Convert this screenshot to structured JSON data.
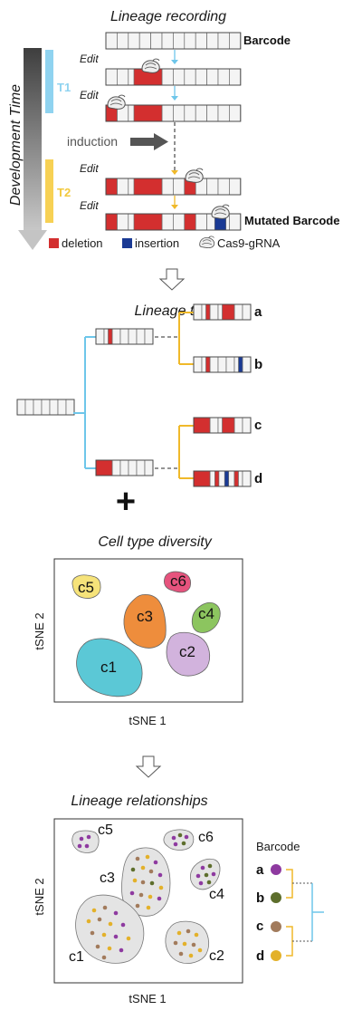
{
  "section1": {
    "title": "Lineage recording",
    "barcode_label": "Barcode",
    "mutated_label": "Mutated Barcode",
    "edit_label": "Edit",
    "induction_label": "induction",
    "time_axis_label": "Development Time",
    "t1_label": "T1",
    "t2_label": "T2",
    "legend": {
      "deletion": "deletion",
      "insertion": "insertion",
      "cas9": "Cas9-gRNA"
    }
  },
  "section2": {
    "title": "Lineage tree",
    "leaves": [
      "a",
      "b",
      "c",
      "d"
    ]
  },
  "plus_symbol": "+",
  "section3": {
    "title": "Cell type diversity",
    "xlabel": "tSNE 1",
    "ylabel": "tSNE 2",
    "clusters": [
      "c1",
      "c2",
      "c3",
      "c4",
      "c5",
      "c6"
    ]
  },
  "section4": {
    "title": "Lineage relationships",
    "xlabel": "tSNE 1",
    "ylabel": "tSNE 2",
    "barcode_header": "Barcode",
    "clusters": [
      "c1",
      "c2",
      "c3",
      "c4",
      "c5",
      "c6"
    ],
    "barcodes": [
      "a",
      "b",
      "c",
      "d"
    ]
  },
  "colors": {
    "deletion": "#d32f2f",
    "insertion": "#1a3a94",
    "t1": "#8fd3f0",
    "t2": "#f7d154",
    "c1": "#5bc8d6",
    "c2": "#d2b3dd",
    "c3": "#ee8d3c",
    "c4": "#8cc55f",
    "c5": "#f6e37a",
    "c6": "#e6537d",
    "barcode_a": "#8e3aa0",
    "barcode_b": "#5d6e2c",
    "barcode_c": "#a27b5c",
    "barcode_d": "#e3b12a"
  }
}
